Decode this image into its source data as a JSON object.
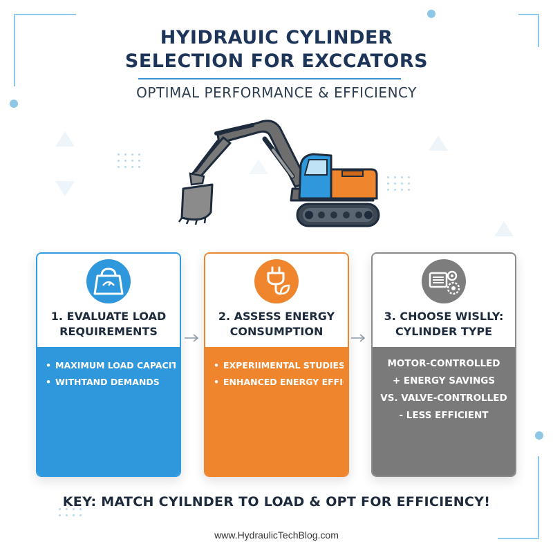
{
  "title": {
    "line1": "HYIDRAUIC CYLINDER",
    "line2": "SELECTION FOR EXCCATORS"
  },
  "subtitle": "OPTIMAL PERFORMANCE & EFFICIENCY",
  "colors": {
    "blue": "#2f97db",
    "orange": "#ef852c",
    "gray": "#7a7a7a",
    "navy": "#1d3559"
  },
  "cards": [
    {
      "icon": "weight-icon",
      "heading": [
        "1.   EVALUATE LOAD",
        "REQUIREMENTS"
      ],
      "bullets": [
        "MAXIMUM LOAD CAPACITY",
        "WITHTAND DEMANDS"
      ]
    },
    {
      "icon": "plug-leaf-icon",
      "heading": [
        "2.  ASSESS ENERGY",
        "CONSUMPTION"
      ],
      "bullets": [
        "EXPERIIMENTAL STUDIES",
        "ENHANCED ENERGY EFFICIENCY"
      ]
    },
    {
      "icon": "motor-gears-icon",
      "heading": [
        "3. CHOOSE WISLLY:",
        "CYLINDER TYPE"
      ],
      "lines": [
        "MOTOR-CONTROLLED",
        "+ ENERGY SAVINGS",
        "VS. VALVE-CONTROLLED",
        "- LESS EFFICIENT"
      ]
    }
  ],
  "key_message": "KEY: MATCH CYILNDER TO LOAD & OPT FOR EFFICIENCY!",
  "website": "www.HydraulicTechBlog.com"
}
